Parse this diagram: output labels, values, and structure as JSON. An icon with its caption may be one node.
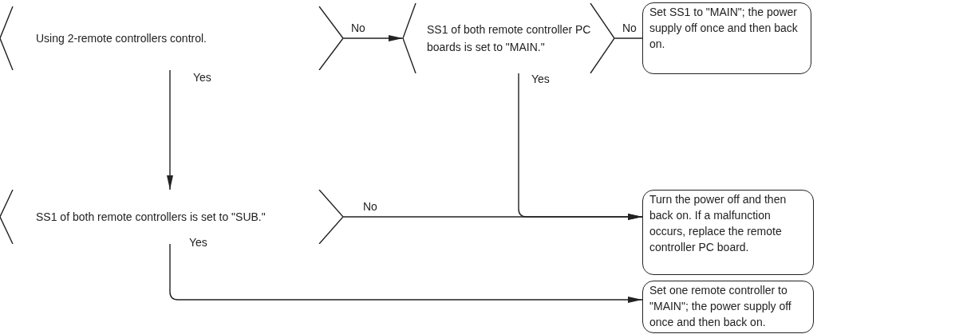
{
  "diagram": {
    "nodes": [
      {
        "text": [
          "Using 2-remote controllers control."
        ]
      },
      {
        "text": [
          "SS1 of both remote controller PC boards is set to \"MAIN.\""
        ]
      },
      {
        "text": [
          "Set SS1 to \"MAIN\"; the power supply off once and then back on."
        ]
      },
      {
        "text": [
          "SS1 of both remote controllers is set to \"SUB.\""
        ]
      },
      {
        "text": [
          "Turn the power off and then back on. If a malfunction occurs, replace the remote controller PC board."
        ]
      },
      {
        "text": [
          "Set one remote controller to \"MAIN\"; the power supply off once and then back on."
        ]
      }
    ],
    "edges": [
      {
        "from": 0,
        "to": 1,
        "arrow": "to",
        "label": "No"
      },
      {
        "from": 1,
        "to": 2,
        "arrow": "none",
        "label": "No"
      },
      {
        "from": 0,
        "to": 3,
        "arrow": "to",
        "label": "Yes"
      },
      {
        "from": 1,
        "to": 4,
        "arrow": "to",
        "label": "Yes"
      },
      {
        "from": 3,
        "to": 4,
        "arrow": "to",
        "label": "No"
      },
      {
        "from": 3,
        "to": 5,
        "arrow": "to",
        "label": "Yes"
      }
    ]
  }
}
